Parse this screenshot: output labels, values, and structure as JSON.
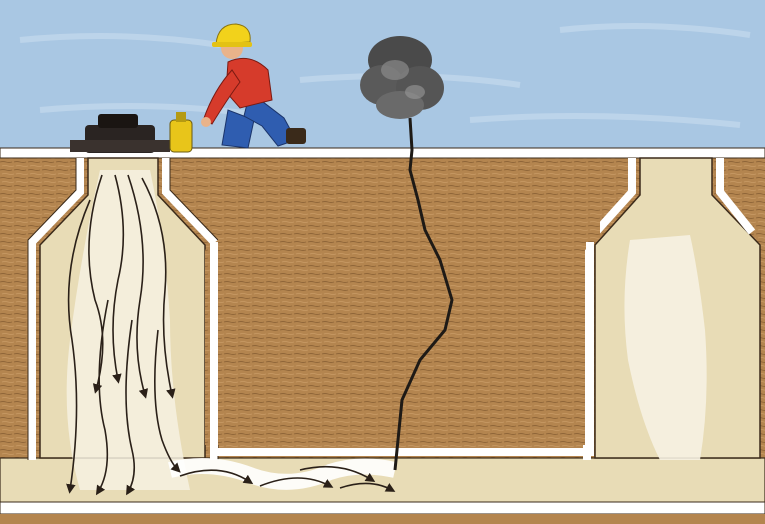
{
  "illustration": {
    "colors": {
      "sky": "#a9c7e3",
      "sky_light": "#c9dcef",
      "soil": "#b4854f",
      "soil_dark": "#7d5631",
      "cavity": "#e8dcb6",
      "cavity_pale": "#f6f1e2",
      "wall": "#ffffff",
      "outline": "#3a2a1a",
      "helmet": "#f2d21b",
      "shirt": "#d63b2b",
      "pants": "#2f5db0",
      "smoke": "#4a4a4a",
      "machine": "#2a2422",
      "crack": "#1e1a16"
    },
    "icons": [
      "worker-figure",
      "smoke-blower-machine",
      "smoke-cloud-icon",
      "airflow-arrow-icon",
      "crack-line"
    ]
  }
}
